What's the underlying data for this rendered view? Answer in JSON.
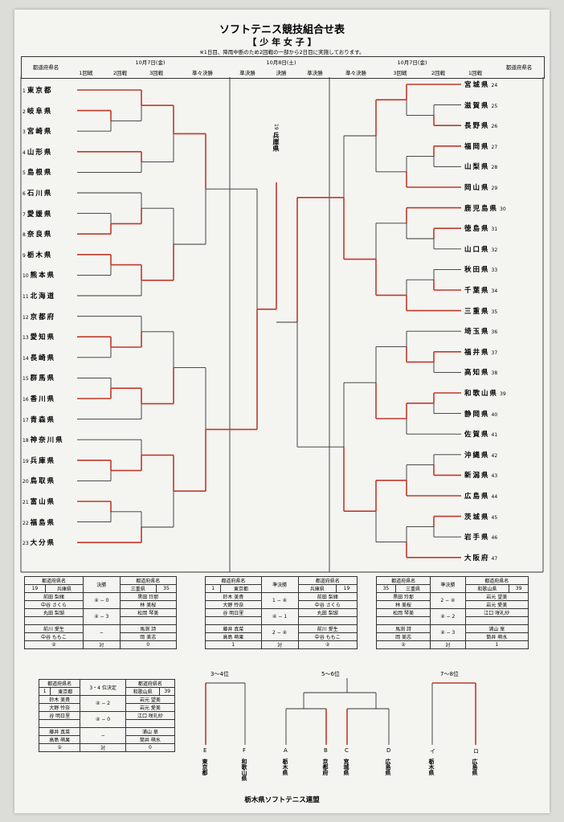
{
  "header": {
    "title": "ソフトテニス競技組合せ表",
    "subtitle": "【 少 年 女 子 】",
    "note": "※1日目、降雨中断のため2回戦の一部から2日目に実施しております。"
  },
  "columns": {
    "pref_label": "都道府県名",
    "date_left": "10月7日(金)",
    "date_center": "10月8日(土)",
    "date_right": "10月7日(金)",
    "left_rounds": [
      "1回戦",
      "2回戦",
      "3回戦",
      "準々決勝"
    ],
    "center_rounds": [
      "準決勝",
      "決勝",
      "準決勝"
    ],
    "right_rounds": [
      "準々決勝",
      "3回戦",
      "2回戦",
      "1回戦"
    ]
  },
  "teams_left": [
    {
      "num": "1",
      "name": "東京都"
    },
    {
      "num": "2",
      "name": "岐阜県"
    },
    {
      "num": "3",
      "name": "宮崎県"
    },
    {
      "num": "4",
      "name": "山形県"
    },
    {
      "num": "5",
      "name": "島根県"
    },
    {
      "num": "6",
      "name": "石川県"
    },
    {
      "num": "7",
      "name": "愛媛県"
    },
    {
      "num": "8",
      "name": "奈良県"
    },
    {
      "num": "9",
      "name": "栃木県"
    },
    {
      "num": "10",
      "name": "熊本県"
    },
    {
      "num": "11",
      "name": "北海道"
    },
    {
      "num": "12",
      "name": "京都府"
    },
    {
      "num": "13",
      "name": "愛知県"
    },
    {
      "num": "14",
      "name": "長崎県"
    },
    {
      "num": "15",
      "name": "群馬県"
    },
    {
      "num": "16",
      "name": "香川県"
    },
    {
      "num": "17",
      "name": "青森県"
    },
    {
      "num": "18",
      "name": "神奈川県"
    },
    {
      "num": "19",
      "name": "兵庫県"
    },
    {
      "num": "20",
      "name": "鳥取県"
    },
    {
      "num": "21",
      "name": "富山県"
    },
    {
      "num": "22",
      "name": "福島県"
    },
    {
      "num": "23",
      "name": "大分県"
    }
  ],
  "teams_right": [
    {
      "num": "24",
      "name": "宮城県"
    },
    {
      "num": "25",
      "name": "滋賀県"
    },
    {
      "num": "26",
      "name": "長野県"
    },
    {
      "num": "27",
      "name": "福岡県"
    },
    {
      "num": "28",
      "name": "山梨県"
    },
    {
      "num": "29",
      "name": "岡山県"
    },
    {
      "num": "30",
      "name": "鹿児島県"
    },
    {
      "num": "31",
      "name": "徳島県"
    },
    {
      "num": "32",
      "name": "山口県"
    },
    {
      "num": "33",
      "name": "秋田県"
    },
    {
      "num": "34",
      "name": "千葉県"
    },
    {
      "num": "35",
      "name": "三重県"
    },
    {
      "num": "36",
      "name": "埼玉県"
    },
    {
      "num": "37",
      "name": "福井県"
    },
    {
      "num": "38",
      "name": "高知県"
    },
    {
      "num": "39",
      "name": "和歌山県"
    },
    {
      "num": "40",
      "name": "静岡県"
    },
    {
      "num": "41",
      "name": "佐賀県"
    },
    {
      "num": "42",
      "name": "沖縄県"
    },
    {
      "num": "43",
      "name": "新潟県"
    },
    {
      "num": "44",
      "name": "広島県"
    },
    {
      "num": "45",
      "name": "茨城県"
    },
    {
      "num": "46",
      "name": "岩手県"
    },
    {
      "num": "47",
      "name": "大阪府"
    }
  ],
  "champion": {
    "num": "19",
    "name": "兵庫県"
  },
  "final_table": {
    "head": [
      "都道府県名",
      "決勝",
      "都道府県名"
    ],
    "left_team": {
      "num": "19",
      "name": "兵庫県"
    },
    "right_team": {
      "num": "35",
      "name": "三重県"
    },
    "rows": [
      {
        "l1": "前田 梨緒",
        "l2": "中谷 さくら",
        "s": "④ − 0",
        "r1": "黒田 玲那",
        "r2": "林 美桜"
      },
      {
        "l1": "丸田 梨瑚",
        "l2": "",
        "s": "④ − 3",
        "r1": "松岡 琴美",
        "r2": ""
      },
      {
        "l1": "前川 愛生",
        "l2": "中谷 ももこ",
        "s": "−",
        "r1": "馬渕 詩",
        "r2": "岡 美志"
      }
    ],
    "total_left": "②",
    "total_label": "対",
    "total_right": "0"
  },
  "semi1_table": {
    "head": [
      "都道府県名",
      "準決勝",
      "都道府県名"
    ],
    "left_team": {
      "num": "1",
      "name": "東京都"
    },
    "right_team": {
      "num": "19",
      "name": "兵庫県"
    },
    "rows": [
      {
        "l1": "鈴木 美貴",
        "l2": "大野 怜奈",
        "s": "1 − ④",
        "r1": "前田 梨緒",
        "r2": "中谷 さくら"
      },
      {
        "l1": "谷 明日里",
        "l2": "",
        "s": "④ − 1",
        "r1": "丸田 梨瑚",
        "r2": ""
      },
      {
        "l1": "藤井 真菜",
        "l2": "高島 萌果",
        "s": "2 − ④",
        "r1": "前川 愛生",
        "r2": "中谷 ももこ"
      }
    ],
    "total_left": "1",
    "total_label": "対",
    "total_right": "②"
  },
  "semi2_table": {
    "head": [
      "都道府県名",
      "準決勝",
      "都道府県名"
    ],
    "left_team": {
      "num": "35",
      "name": "三重県"
    },
    "right_team": {
      "num": "39",
      "name": "和歌山県"
    },
    "rows": [
      {
        "l1": "黒田 玲那",
        "l2": "林 美桜",
        "s": "2 − ④",
        "r1": "岩元 望美",
        "r2": "岩元 愛美"
      },
      {
        "l1": "松岡 琴美",
        "l2": "",
        "s": "④ − 2",
        "r1": "江口 咲礼紗",
        "r2": ""
      },
      {
        "l1": "馬渕 詩",
        "l2": "岡 美志",
        "s": "④ − 3",
        "r1": "浦山 皐",
        "r2": "筒井 萌水"
      }
    ],
    "total_left": "②",
    "total_label": "対",
    "total_right": "1"
  },
  "third_table": {
    "head": [
      "都道府県名",
      "3・4\n位決定",
      "都道府県名"
    ],
    "head2": "位決定",
    "head1": "3・4",
    "left_team": {
      "num": "1",
      "name": "東京都"
    },
    "right_team": {
      "num": "39",
      "name": "和歌山県"
    },
    "rows": [
      {
        "l1": "鈴木 美貴",
        "l2": "大野 怜奈",
        "s": "④ − 2",
        "r1": "岩元 望美",
        "r2": "岩元 愛美"
      },
      {
        "l1": "谷 明日里",
        "l2": "",
        "s": "④ − 0",
        "r1": "江口 咲礼紗",
        "r2": ""
      },
      {
        "l1": "藤井 真菜",
        "l2": "高島 萌果",
        "s": "−",
        "r1": "浦山 皐",
        "r2": "筒井 萌水"
      }
    ],
    "total_left": "②",
    "total_label": "対",
    "total_right": "0"
  },
  "placement": {
    "p34": "3〜4位",
    "p56": "5〜6位",
    "p78": "7〜8位",
    "letters": [
      "E",
      "F",
      "A",
      "B",
      "C",
      "D",
      "イ",
      "ロ"
    ],
    "teams": [
      "東京都",
      "和歌山県",
      "栃木県",
      "京都府",
      "宮城県",
      "広島県",
      "栃木県",
      "広島県"
    ]
  },
  "footer": "栃木県ソフトテニス連盟",
  "colors": {
    "winner_line": "#c0392b",
    "line": "#333333"
  }
}
